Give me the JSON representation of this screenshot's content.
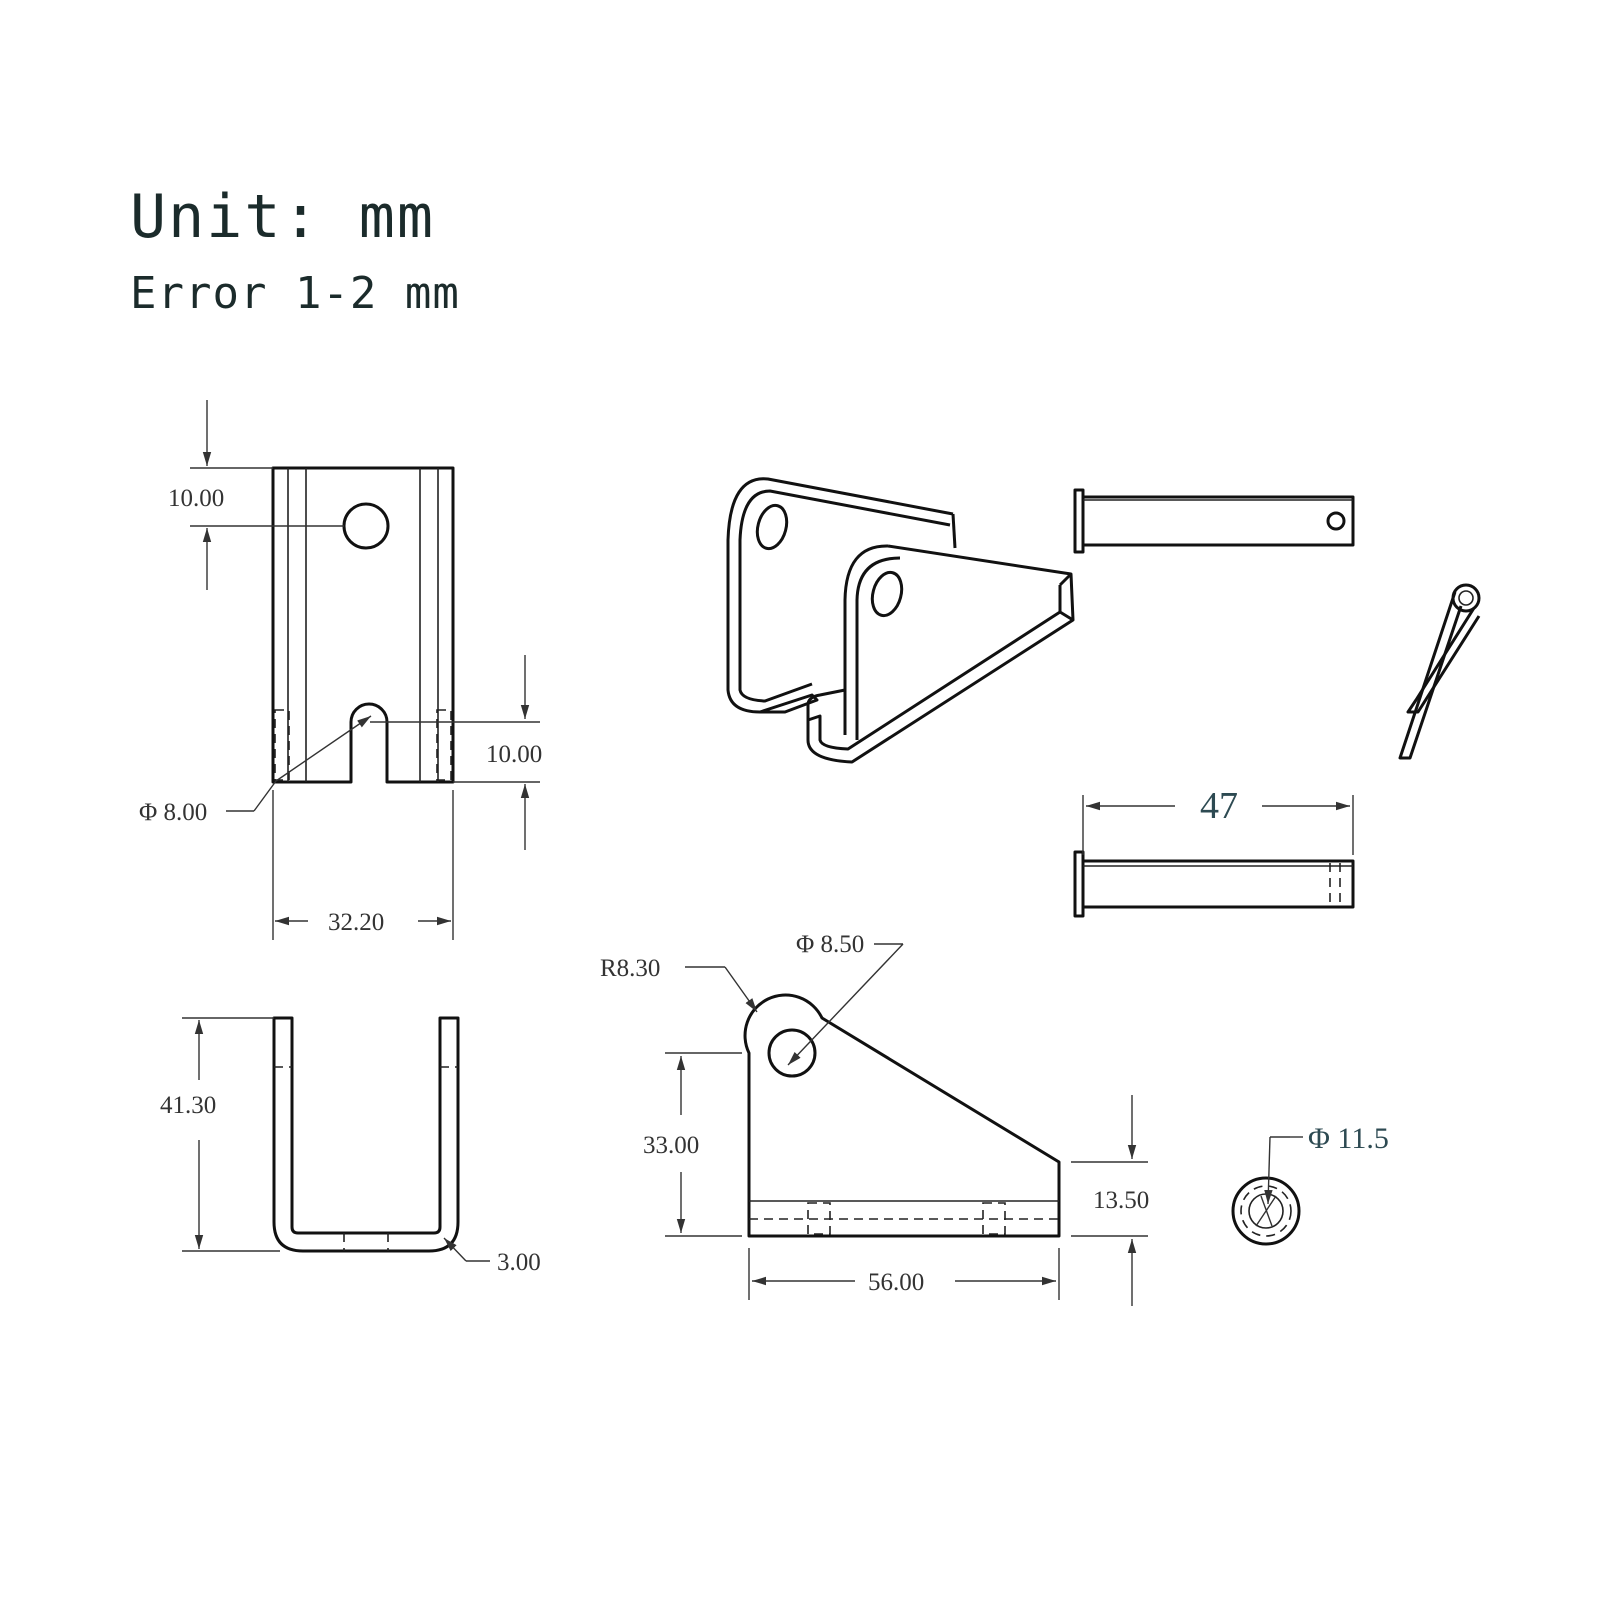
{
  "header": {
    "unit": "Unit: mm",
    "error": "Error 1-2 mm"
  },
  "front_view": {
    "hole_offset": "10.00",
    "slot_depth": "10.00",
    "slot_diameter": "Φ 8.00",
    "width": "32.20"
  },
  "u_view": {
    "height": "41.30",
    "thickness": "3.00"
  },
  "side_view": {
    "radius": "R8.30",
    "hole_diameter": "Φ 8.50",
    "hole_height": "33.00",
    "base_height": "13.50",
    "length": "56.00"
  },
  "pin": {
    "length": "47",
    "head_diameter": "Φ 11.5"
  }
}
